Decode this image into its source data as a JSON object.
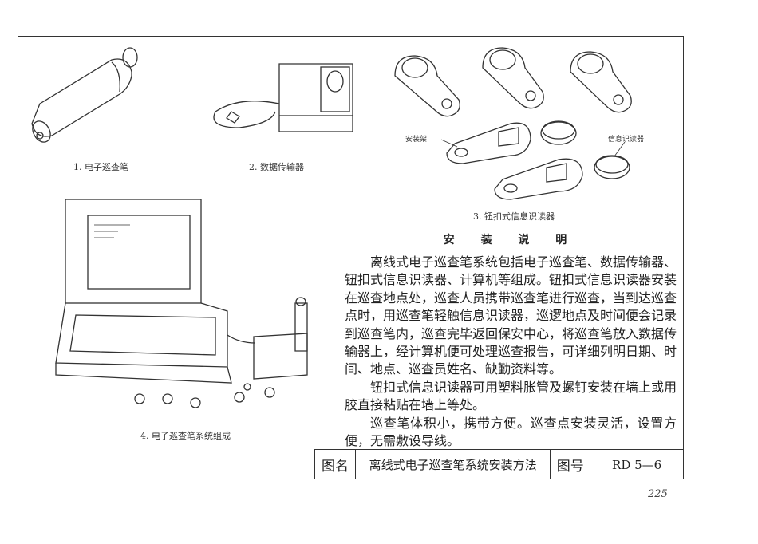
{
  "figures": [
    {
      "caption": "1. 电子巡查笔"
    },
    {
      "caption": "2. 数据传输器"
    },
    {
      "caption": "3. 钮扣式信息识读器",
      "labels": [
        "安装架",
        "信息识读器"
      ]
    },
    {
      "caption": "4. 电子巡查笔系统组成"
    }
  ],
  "notes": {
    "heading": "安 装 说 明",
    "paragraphs": [
      "离线式电子巡查笔系统包括电子巡查笔、数据传输器、钮扣式信息识读器、计算机等组成。钮扣式信息识读器安装在巡查地点处，巡查人员携带巡查笔进行巡查，当到达巡查点时，用巡查笔轻触信息识读器，巡逻地点及时间便会记录到巡查笔内，巡查完毕返回保安中心，将巡查笔放入数据传输器上，经计算机便可处理巡查报告，可详细列明日期、时间、地点、巡查员姓名、缺勤资料等。",
      "钮扣式信息识读器可用塑料胀管及螺钉安装在墙上或用胶直接粘贴在墙上等处。",
      "巡查笔体积小，携带方便。巡查点安装灵活，设置方便，无需敷设导线。"
    ]
  },
  "title_block": {
    "name_label": "图名",
    "name": "离线式电子巡查笔系统安装方法",
    "number_label": "图号",
    "number": "RD 5—6"
  },
  "page_number": "225"
}
